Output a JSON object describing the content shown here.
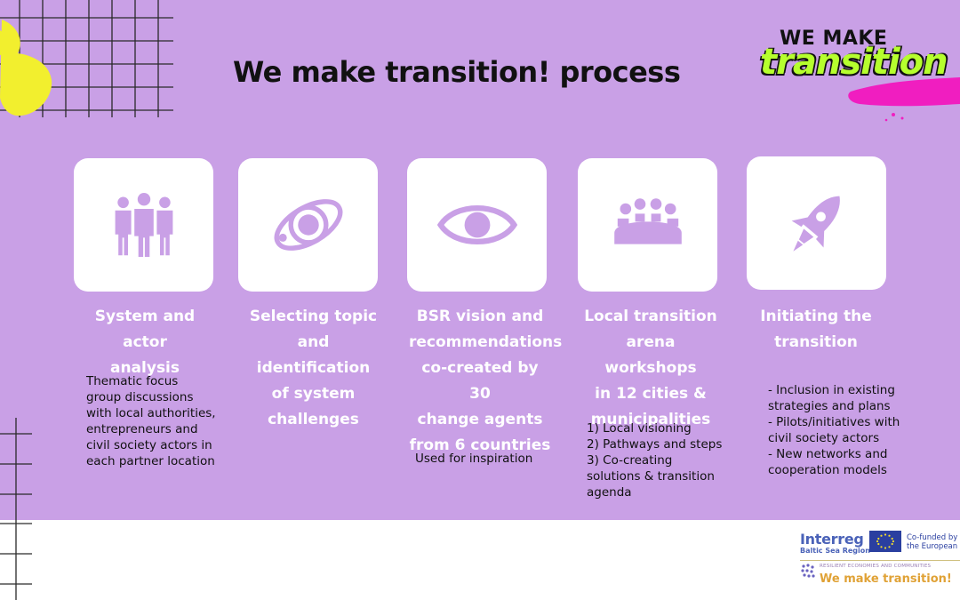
{
  "title": "We make transition! process",
  "logo": {
    "line1": "WE MAKE",
    "line2": "transition"
  },
  "colors": {
    "background": "#c9a0e6",
    "icon": "#c9a0e6",
    "accent_yellow": "#f2ef2e",
    "accent_pink": "#f01ec0",
    "accent_green": "#b6ff2e"
  },
  "steps": [
    {
      "icon": "people-group-icon",
      "title_lines": [
        "System and actor",
        "analysis"
      ],
      "desc_lines": [
        "Thematic focus",
        "group discussions",
        "with local authorities,",
        "entrepreneurs and",
        "civil society actors in",
        "each partner location"
      ]
    },
    {
      "icon": "orbit-planet-icon",
      "title_lines": [
        "Selecting topic",
        "and identification",
        "of system",
        "challenges"
      ],
      "desc_lines": []
    },
    {
      "icon": "eye-icon",
      "title_lines": [
        "BSR vision and",
        "recommendations",
        "co-created by 30",
        "change agents",
        "from 6 countries"
      ],
      "desc_lines": [
        "Used for inspiration"
      ]
    },
    {
      "icon": "meeting-table-icon",
      "title_lines": [
        "Local transition",
        "arena workshops",
        "in 12 cities &",
        "municipalities"
      ],
      "desc_lines": [
        "1) Local visioning",
        "2) Pathways and steps",
        "3) Co-creating",
        "solutions & transition",
        "agenda"
      ]
    },
    {
      "icon": "rocket-icon",
      "title_lines": [
        "Initiating the",
        "transition"
      ],
      "desc_lines": [
        "- Inclusion in existing",
        "strategies and plans",
        "- Pilots/initiatives with",
        "civil society actors",
        "- New networks and",
        "cooperation models"
      ]
    }
  ],
  "footer": {
    "interreg_name": "Interreg",
    "interreg_sub": "Baltic Sea Region",
    "cofunded": [
      "Co-funded by",
      "the European Union"
    ],
    "project_small": "RESILIENT ECONOMIES AND COMMUNITIES",
    "project_name": "We make transition!"
  }
}
